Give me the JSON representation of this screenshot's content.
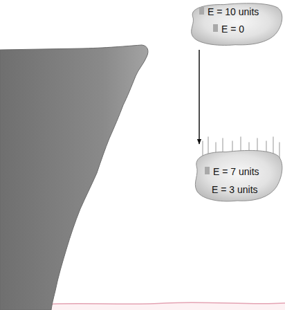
{
  "diagram": {
    "nodes": [
      {
        "text": [
          "E = 10 units",
          "E = 0"
        ]
      },
      {
        "text": [
          "E = 7 units",
          "E = 3 units"
        ]
      }
    ],
    "edges": [
      {
        "from": 0,
        "to": 1,
        "arrow": "to"
      }
    ]
  }
}
